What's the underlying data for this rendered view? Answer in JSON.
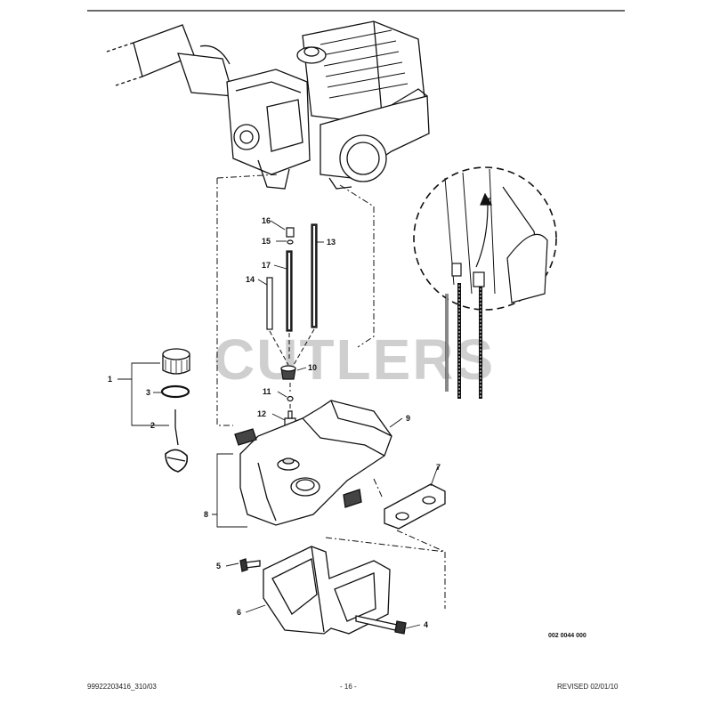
{
  "watermark": "CUTLERS",
  "drawing_number": "002 0044 000",
  "footer": {
    "left": "99922203416_310/03",
    "center": "- 16 -",
    "right": "REVISED 02/01/10"
  },
  "callouts": {
    "c1": "1",
    "c2": "2",
    "c3": "3",
    "c4": "4",
    "c5": "5",
    "c6": "6",
    "c7": "7",
    "c8": "8",
    "c9": "9",
    "c10": "10",
    "c11": "11",
    "c12": "12",
    "c13": "13",
    "c14": "14",
    "c15": "15",
    "c16": "16",
    "c17": "17"
  }
}
